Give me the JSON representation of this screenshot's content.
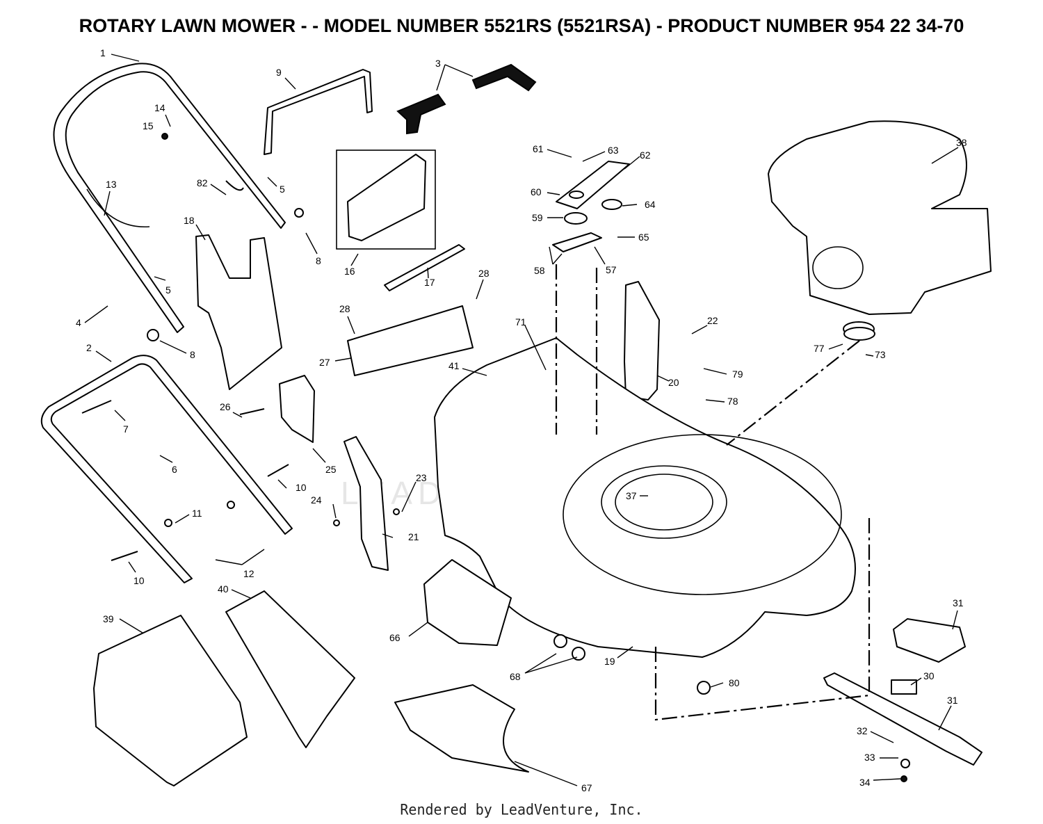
{
  "title": "ROTARY LAWN MOWER - - MODEL NUMBER 5521RS (5521RSA) - PRODUCT NUMBER 954 22 34-70",
  "footer": "Rendered by LeadVenture, Inc.",
  "watermark": "LEADVENTURE",
  "callouts": [
    "1",
    "2",
    "3",
    "4",
    "5",
    "5",
    "6",
    "7",
    "8",
    "8",
    "9",
    "10",
    "10",
    "11",
    "12",
    "13",
    "14",
    "15",
    "16",
    "17",
    "18",
    "19",
    "20",
    "21",
    "22",
    "23",
    "24",
    "25",
    "26",
    "27",
    "28",
    "28",
    "30",
    "31",
    "31",
    "32",
    "33",
    "34",
    "37",
    "38",
    "39",
    "40",
    "41",
    "57",
    "58",
    "59",
    "60",
    "61",
    "62",
    "63",
    "64",
    "65",
    "66",
    "67",
    "68",
    "71",
    "73",
    "77",
    "78",
    "79",
    "80",
    "82"
  ]
}
